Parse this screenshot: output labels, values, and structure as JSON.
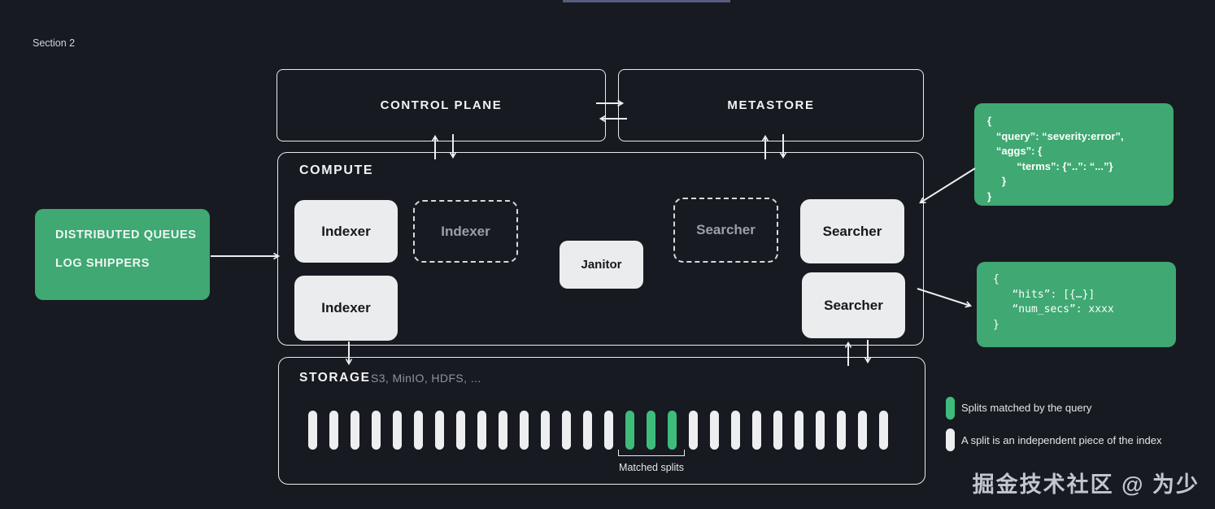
{
  "page": {
    "section_label": "Section 2",
    "watermark": "掘金技术社区 @ 为少"
  },
  "colors": {
    "background": "#171a21",
    "green": "#3fa873",
    "green_split": "#3ebc7c",
    "split_white": "#eceef0",
    "box_fill": "#ebecee",
    "top_bar": "#575e7e"
  },
  "control_plane": {
    "label": "CONTROL PLANE"
  },
  "metastore": {
    "label": "METASTORE"
  },
  "compute": {
    "label": "COMPUTE",
    "indexer1": "Indexer",
    "indexer_dashed": "Indexer",
    "indexer2": "Indexer",
    "janitor": "Janitor",
    "searcher_dashed": "Searcher",
    "searcher1": "Searcher",
    "searcher2": "Searcher"
  },
  "queues_box": {
    "line1": "DISTRIBUTED QUEUES",
    "line2": "LOG SHIPPERS"
  },
  "query_snippet": {
    "lines": [
      "{",
      "   “query”: “severity:error”,",
      "   “aggs”: {",
      "          “terms”: {“..”: “...”}",
      "     }",
      "}"
    ]
  },
  "response_snippet": {
    "lines": [
      "{",
      "   “hits”: [{…}]",
      "   “num_secs”: xxxx",
      "}"
    ]
  },
  "storage": {
    "label": "STORAGE",
    "sublabel": "S3, MinIO, HDFS, ...",
    "splits_total": 28,
    "matched_indices": [
      15,
      16,
      17
    ],
    "matched_label": "Matched splits"
  },
  "legend": {
    "matched": "Splits matched by the query",
    "split_def": "A split is an independent piece of the index"
  }
}
